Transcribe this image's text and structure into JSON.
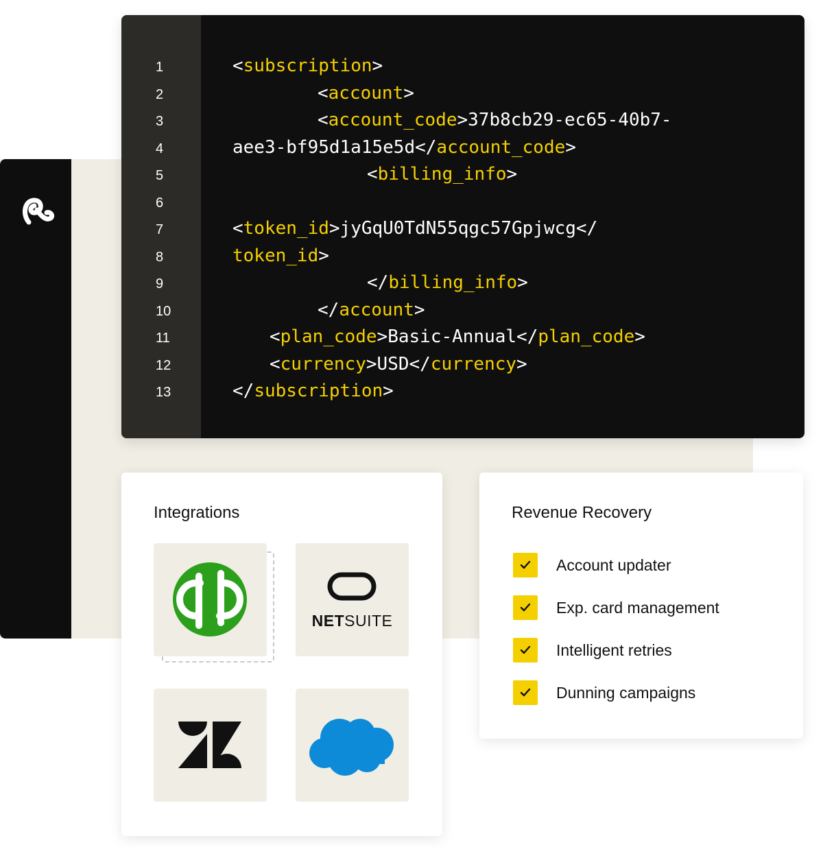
{
  "code": {
    "lines": [
      {
        "n": "1",
        "parts": [
          {
            "t": "<",
            "k": "p"
          },
          {
            "t": "subscription",
            "k": "tag"
          },
          {
            "t": ">",
            "k": "p"
          }
        ]
      },
      {
        "n": "2",
        "parts": [
          {
            "t": "<",
            "k": "p"
          },
          {
            "t": "account",
            "k": "tag"
          },
          {
            "t": ">",
            "k": "p"
          }
        ]
      },
      {
        "n": "3",
        "parts": [
          {
            "t": "<",
            "k": "p"
          },
          {
            "t": "account_code",
            "k": "tag"
          },
          {
            "t": ">37b8cb29-ec65-40b7-",
            "k": "p"
          }
        ]
      },
      {
        "n": "4",
        "parts": [
          {
            "t": "aee3-bf95d1a15e5d</",
            "k": "p"
          },
          {
            "t": "account_code",
            "k": "tag"
          },
          {
            "t": ">",
            "k": "p"
          }
        ]
      },
      {
        "n": "5",
        "parts": [
          {
            "t": "<",
            "k": "p"
          },
          {
            "t": "billing_info",
            "k": "tag"
          },
          {
            "t": ">",
            "k": "p"
          }
        ]
      },
      {
        "n": "6",
        "parts": []
      },
      {
        "n": "7",
        "parts": [
          {
            "t": "<",
            "k": "p"
          },
          {
            "t": "token_id",
            "k": "tag"
          },
          {
            "t": ">jyGqU0TdN55qgc57Gpjwcg</",
            "k": "p"
          }
        ]
      },
      {
        "n": "8",
        "parts": [
          {
            "t": "token_id",
            "k": "tag"
          },
          {
            "t": ">",
            "k": "p"
          }
        ]
      },
      {
        "n": "9",
        "parts": [
          {
            "t": "</",
            "k": "p"
          },
          {
            "t": "billing_info",
            "k": "tag"
          },
          {
            "t": ">",
            "k": "p"
          }
        ]
      },
      {
        "n": "10",
        "parts": [
          {
            "t": "</",
            "k": "p"
          },
          {
            "t": "account",
            "k": "tag"
          },
          {
            "t": ">",
            "k": "p"
          }
        ]
      },
      {
        "n": "11",
        "parts": [
          {
            "t": "<",
            "k": "p"
          },
          {
            "t": "plan_code",
            "k": "tag"
          },
          {
            "t": ">Basic-Annual</",
            "k": "p"
          },
          {
            "t": "plan_code",
            "k": "tag"
          },
          {
            "t": ">",
            "k": "p"
          }
        ]
      },
      {
        "n": "12",
        "parts": [
          {
            "t": "<",
            "k": "p"
          },
          {
            "t": "currency",
            "k": "tag"
          },
          {
            "t": ">USD</",
            "k": "p"
          },
          {
            "t": "currency",
            "k": "tag"
          },
          {
            "t": ">",
            "k": "p"
          }
        ]
      },
      {
        "n": "13",
        "parts": [
          {
            "t": "</",
            "k": "p"
          },
          {
            "t": "subscription",
            "k": "tag"
          },
          {
            "t": ">",
            "k": "p"
          }
        ]
      }
    ]
  },
  "integrations": {
    "title": "Integrations",
    "tiles": [
      {
        "name": "quickbooks-logo-icon"
      },
      {
        "name": "netsuite-logo-icon",
        "text_bold": "NET",
        "text_light": "SUITE"
      },
      {
        "name": "zendesk-logo-icon"
      },
      {
        "name": "salesforce-cloud-icon"
      }
    ]
  },
  "revenue_recovery": {
    "title": "Revenue Recovery",
    "items": [
      "Account updater",
      "Exp. card management",
      "Intelligent retries",
      "Dunning campaigns"
    ]
  },
  "colors": {
    "accent_yellow": "#f5d000",
    "code_bg": "#0f0f0f",
    "gutter_bg": "#2c2b28",
    "beige": "#f0eee4",
    "quickbooks_green": "#2ca01c",
    "salesforce_blue": "#0d8ad8"
  }
}
